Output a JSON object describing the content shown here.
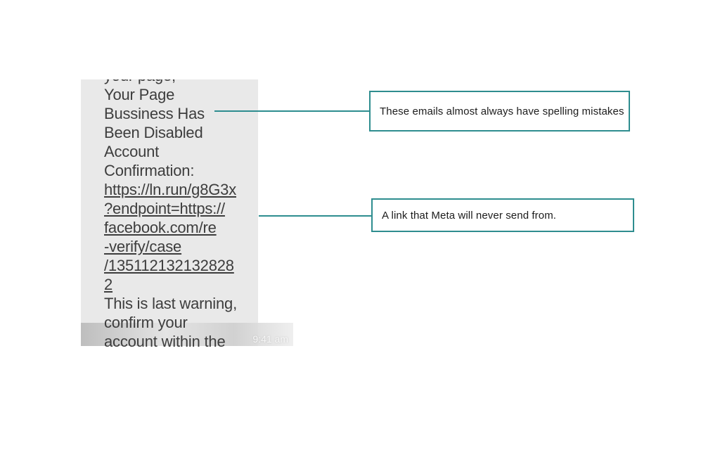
{
  "colors": {
    "accent_teal": "#2e8d8f",
    "email_background": "#e9e9e9",
    "email_text": "#3d3d3d",
    "page_background": "#ffffff"
  },
  "email": {
    "clipped_top_line": "your page,",
    "lines": [
      {
        "text": "Your Page",
        "link": false
      },
      {
        "text": "Bussiness Has",
        "link": false
      },
      {
        "text": "Been Disabled",
        "link": false
      },
      {
        "text": "Account",
        "link": false
      },
      {
        "text": "Confirmation:",
        "link": false
      },
      {
        "text": "https://ln.run/g8G3x",
        "link": true
      },
      {
        "text": "?endpoint=https://",
        "link": true
      },
      {
        "text": "facebook.com/re",
        "link": true
      },
      {
        "text": "-verify/case",
        "link": true
      },
      {
        "text": "/135112132132828",
        "link": true
      },
      {
        "text": "2",
        "link": true
      },
      {
        "text": "This is last warning,",
        "link": false
      },
      {
        "text": "confirm your",
        "link": false
      },
      {
        "text": "account within the",
        "link": false
      }
    ],
    "timestamp": "9:41 am"
  },
  "annotations": {
    "callouts": [
      {
        "text": "These emails almost always have spelling mistakes"
      },
      {
        "text": "A link that Meta will never send from."
      }
    ]
  }
}
